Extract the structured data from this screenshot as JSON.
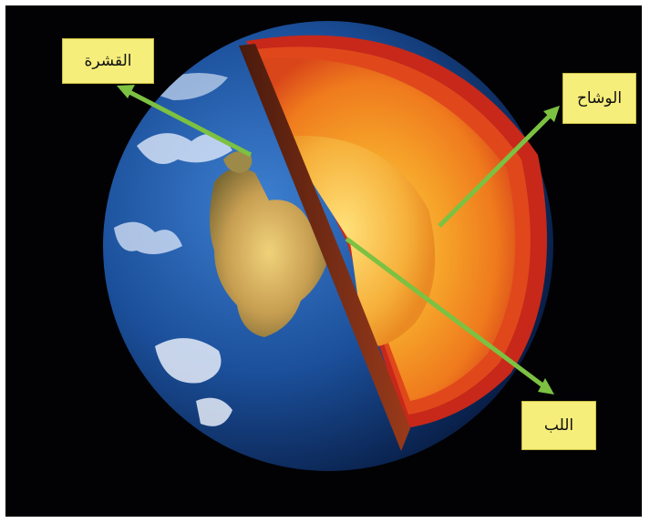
{
  "labels": {
    "crust": "القشرة",
    "mantle": "الوشاح",
    "core": "اللب"
  },
  "colors": {
    "background": "#020204",
    "label_fill": "#f6ee7a",
    "arrow": "#7cc142",
    "ocean": "#1b4f9a",
    "land": "#c8a35a",
    "outer_crust_cut": "#7a2a14",
    "mantle_outer": "#d9321a",
    "mantle_inner": "#f08a1e",
    "core": "#f7b63a"
  }
}
